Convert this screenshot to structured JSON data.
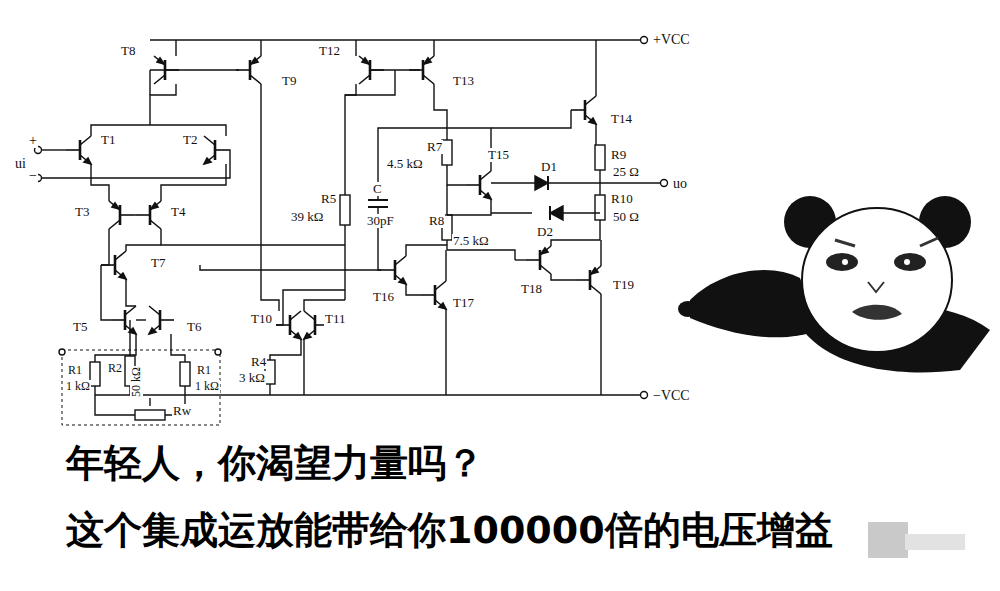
{
  "diagram": {
    "labels": [
      "T8",
      "T9",
      "T12",
      "T13",
      "T14",
      "+VCC",
      "+",
      "ui",
      "−",
      "T1",
      "T2",
      "R7",
      "4.5 kΩ",
      "T15",
      "D1",
      "R9",
      "25 Ω",
      "uo",
      "T3",
      "T4",
      "R5",
      "39 kΩ",
      "C",
      "30pF",
      "R8",
      "7.5 kΩ",
      "D2",
      "R10",
      "50 Ω",
      "T7",
      "T16",
      "T17",
      "T18",
      "T19",
      "T10",
      "T11",
      "T5",
      "T6",
      "R4",
      "3 kΩ",
      "R1",
      "1 kΩ",
      "R2",
      "50 kΩ",
      "R1",
      "1 kΩ",
      "−VCC",
      "Rw",
      "年轻人，你渴望力量吗？",
      "这个集成运放能带给你100000倍的电压增益"
    ]
  }
}
